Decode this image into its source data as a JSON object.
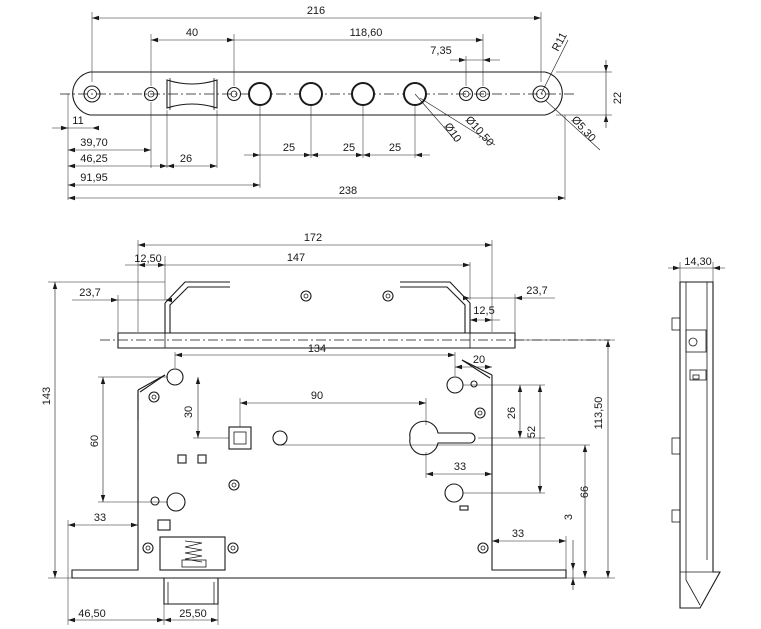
{
  "top_view": {
    "overall_length": "216",
    "span_holes": "40",
    "span_right": "118,60",
    "small_offset": "7,35",
    "radius": "R11",
    "height": "22",
    "left_margin": "11",
    "offset_1": "39,70",
    "offset_2": "46,25",
    "slot_width": "26",
    "pitch_1": "25",
    "pitch_2": "25",
    "pitch_3": "25",
    "offset_3": "91,95",
    "total_length": "238",
    "dia_big": "Ø10",
    "dia_mid": "Ø10,50",
    "dia_small": "Ø5,30"
  },
  "front_view": {
    "width_overall": "172",
    "bolt_offset": "12,50",
    "bolt_width": "147",
    "left_projection": "23,7",
    "right_projection": "23,7",
    "right_small": "12,5",
    "inner_width": "134",
    "right_gap": "20",
    "height_total": "143",
    "height_right": "113,50",
    "vertical_30": "30",
    "vertical_60": "60",
    "center_distance": "90",
    "vertical_26": "26",
    "vertical_52": "52",
    "horizontal_33_mid": "33",
    "vertical_66": "66",
    "bottom_left_33": "33",
    "vertical_3": "3",
    "bottom_right_33": "33",
    "backset": "46,50",
    "latch_width": "25,50"
  },
  "side_view": {
    "thickness": "14,30"
  }
}
